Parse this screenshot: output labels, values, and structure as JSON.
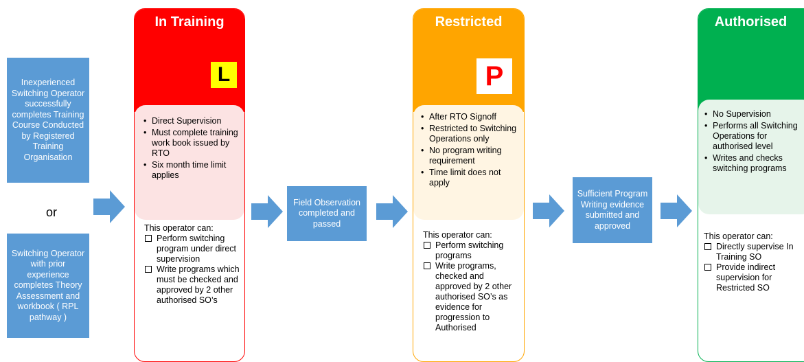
{
  "entry": {
    "inexperienced": "Inexperienced Switching Operator successfully completes Training Course Conducted by Registered Training Organisation",
    "or": "or",
    "experienced": "Switching Operator with prior experience completes Theory Assessment and workbook ( RPL pathway )"
  },
  "transitions": {
    "field_observation": "Field Observation completed and passed",
    "program_writing": "Sufficient Program Writing evidence submitted and approved"
  },
  "stages": [
    {
      "title": "In Training",
      "badge_letter": "L",
      "colors": {
        "header": "#ff0000",
        "inner_bg": "#fce3e3",
        "badge_bg": "#ffff00",
        "badge_fg": "#000000"
      },
      "bullets": [
        "Direct Supervision",
        "Must complete training  work book issued by RTO",
        "Six month time limit applies"
      ],
      "can_heading": "This operator can:",
      "can_items": [
        "Perform switching program under direct supervision",
        "Write programs which must be checked and approved by 2 other authorised SO’s"
      ]
    },
    {
      "title": "Restricted",
      "badge_letter": "P",
      "colors": {
        "header": "#ffa500",
        "inner_bg": "#fff5e3",
        "badge_bg": "#ffffff",
        "badge_fg": "#ff0000"
      },
      "bullets": [
        "After RTO Signoff",
        "Restricted to Switching Operations only",
        "No program writing requirement",
        "Time limit does not apply"
      ],
      "can_heading": "This operator can:",
      "can_items": [
        "Perform switching programs",
        "Write programs, checked and approved by 2 other authorised SO’s as evidence for progression to Authorised"
      ]
    },
    {
      "title": "Authorised",
      "colors": {
        "header": "#00b050",
        "inner_bg": "#e6f4ea"
      },
      "bullets": [
        "No Supervision",
        "Performs all Switching Operations for authorised level",
        "Writes and checks switching programs"
      ],
      "can_heading": "This operator can:",
      "can_items": [
        "Directly supervise In Training SO",
        "Provide indirect supervision for Restricted SO"
      ]
    }
  ]
}
